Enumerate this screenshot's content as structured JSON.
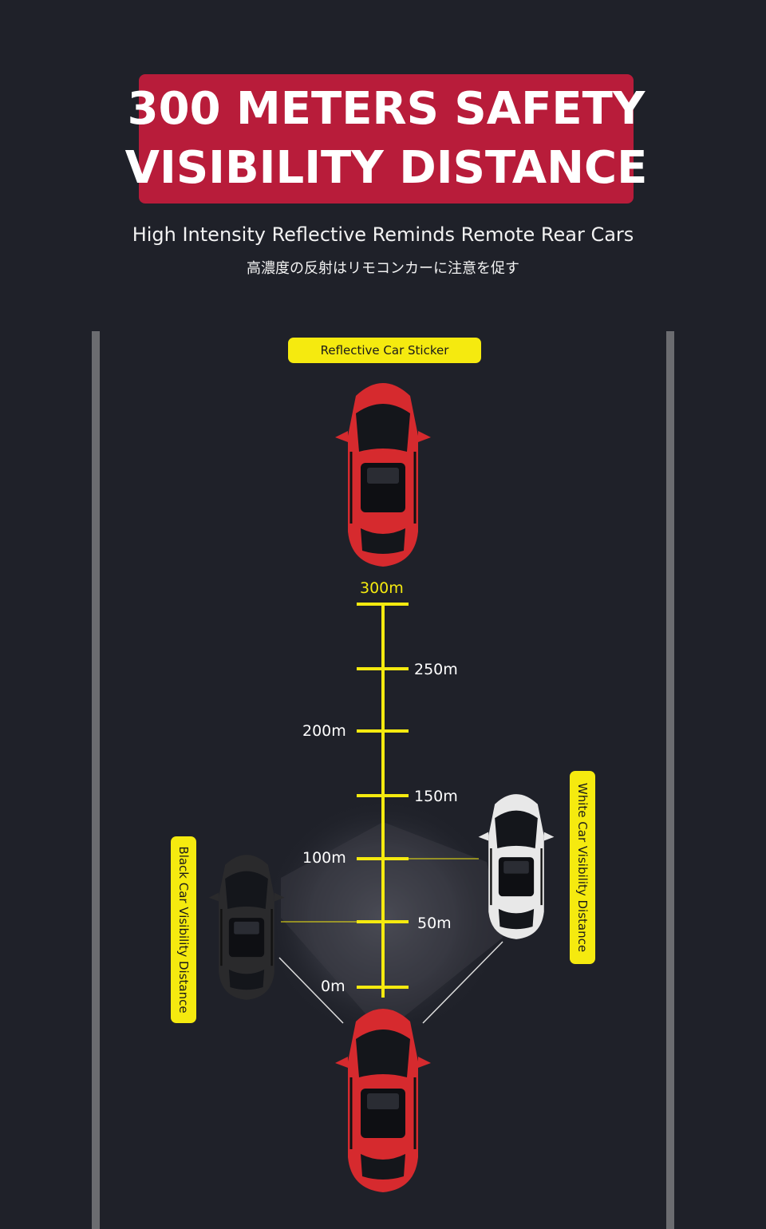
{
  "title": {
    "line1": "300 METERS SAFETY",
    "line2": "VISIBILITY DISTANCE"
  },
  "subtitle": "High Intensity Reflective Reminds Remote Rear Cars",
  "subtitle_jp": "高濃度の反射はリモコンカーに注意を促す",
  "labels": {
    "reflective_sticker": "Reflective Car Sticker",
    "white_car": "White Car Visibility Distance",
    "black_car": "Black Car Visibility Distance"
  },
  "ruler": {
    "ticks": [
      "300m",
      "250m",
      "200m",
      "150m",
      "100m",
      "50m",
      "0m"
    ]
  },
  "colors": {
    "background": "#1f2129",
    "title_bg": "#b81c3a",
    "accent_yellow": "#f5ea0f",
    "lane_line": "#6b6c70",
    "red_car": "#d62a2e",
    "white_car": "#e8e8e8",
    "black_car": "#2a2a2c"
  }
}
